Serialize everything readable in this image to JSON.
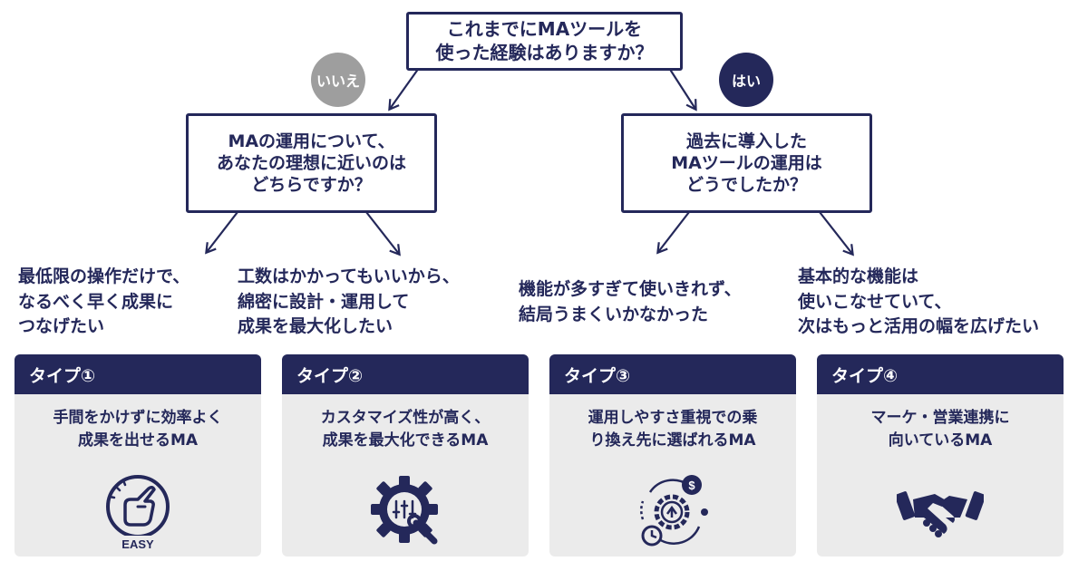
{
  "colors": {
    "navy": "#24285a",
    "gray": "#9e9e9e",
    "card_bg": "#ebebeb"
  },
  "root": {
    "lines": [
      "これまでにMAツールを",
      "使った経験はありますか？"
    ]
  },
  "branches": {
    "no": {
      "label": "いいえ",
      "question": [
        "MAの運用について、",
        "あなたの理想に近いのは",
        "どちらですか？"
      ]
    },
    "yes": {
      "label": "はい",
      "question": [
        "過去に導入した",
        "MAツールの運用は",
        "どうでしたか？"
      ]
    }
  },
  "answers": [
    {
      "lines": [
        "最低限の操作だけで、",
        "なるべく早く成果に",
        "つなげたい"
      ]
    },
    {
      "lines": [
        "工数はかかってもいいから、",
        "綿密に設計・運用して",
        "成果を最大化したい"
      ]
    },
    {
      "lines": [
        "機能が多すぎて使いきれず、",
        "結局うまくいかなかった"
      ]
    },
    {
      "lines": [
        "基本的な機能は",
        "使いこなせていて、",
        "次はもっと活用の幅を広げたい"
      ]
    }
  ],
  "types": [
    {
      "title": "タイプ①",
      "desc": [
        "手間をかけずに効率よく",
        "成果を出せるMA"
      ],
      "icon": "easy-hand-icon",
      "icon_text": "EASY"
    },
    {
      "title": "タイプ②",
      "desc": [
        "カスタマイズ性が高く、",
        "成果を最大化できるMA"
      ],
      "icon": "gear-wrench-icon"
    },
    {
      "title": "タイプ③",
      "desc": [
        "運用しやすさ重視での乗",
        "り換え先に選ばれるMA"
      ],
      "icon": "cycle-money-icon"
    },
    {
      "title": "タイプ④",
      "desc": [
        "マーケ・営業連携に",
        "向いているMA"
      ],
      "icon": "handshake-icon"
    }
  ]
}
